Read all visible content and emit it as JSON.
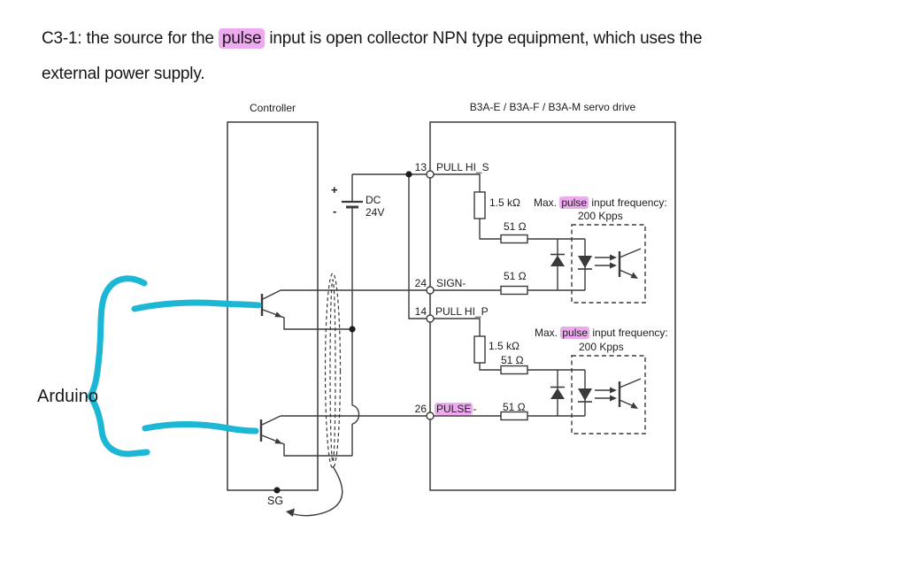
{
  "title": {
    "line1_prefix": "C3-1: the source for the ",
    "line1_highlight": "pulse",
    "line1_suffix": " input is open collector NPN type equipment, which uses the",
    "line2": "external power supply."
  },
  "controller": {
    "label": "Controller",
    "sg_label": "SG"
  },
  "servo": {
    "label": "B3A-E / B3A-F / B3A-M servo drive"
  },
  "power_supply": {
    "plus": "+",
    "minus": "-",
    "label_line1": "DC",
    "label_line2": "24V"
  },
  "pins": [
    {
      "number": "13",
      "name": "PULL HI_S"
    },
    {
      "number": "24",
      "name": "SIGN-"
    },
    {
      "number": "14",
      "name": "PULL HI_P"
    },
    {
      "number": "26",
      "name_highlight": "PULSE",
      "name_suffix": "-"
    }
  ],
  "channels": [
    {
      "pullup_resistor": "1.5 kΩ",
      "series_resistor_top": "51 Ω",
      "series_resistor_bottom": "51 Ω",
      "note_prefix": "Max. ",
      "note_highlight": "pulse",
      "note_suffix": " input frequency:",
      "note_line2": "200 Kpps"
    },
    {
      "pullup_resistor": "1.5 kΩ",
      "series_resistor_top": "51 Ω",
      "series_resistor_bottom": "51 Ω",
      "note_prefix": "Max. ",
      "note_highlight": "pulse",
      "note_suffix": " input frequency:",
      "note_line2": "200 Kpps"
    }
  ],
  "annotation": {
    "label": "Arduino"
  },
  "colors": {
    "highlight": "#eeaaee",
    "marker": "#1db7d6",
    "line": "#3a3a3a"
  }
}
